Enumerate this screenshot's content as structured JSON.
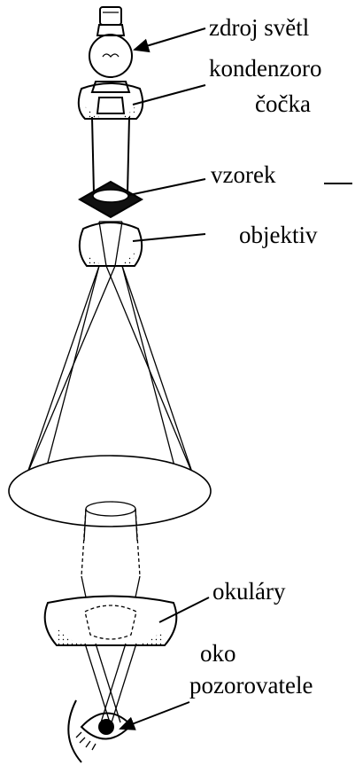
{
  "labels": {
    "light_source": "zdroj světl",
    "condenser_line1": "kondenzoro",
    "condenser_line2": "čočka",
    "sample": "vzorek",
    "objective": "objektiv",
    "eyepieces": "okuláry",
    "eye_line1": "oko",
    "eye_line2": "pozorovatele"
  },
  "colors": {
    "ink": "#000000",
    "paper": "#ffffff"
  }
}
